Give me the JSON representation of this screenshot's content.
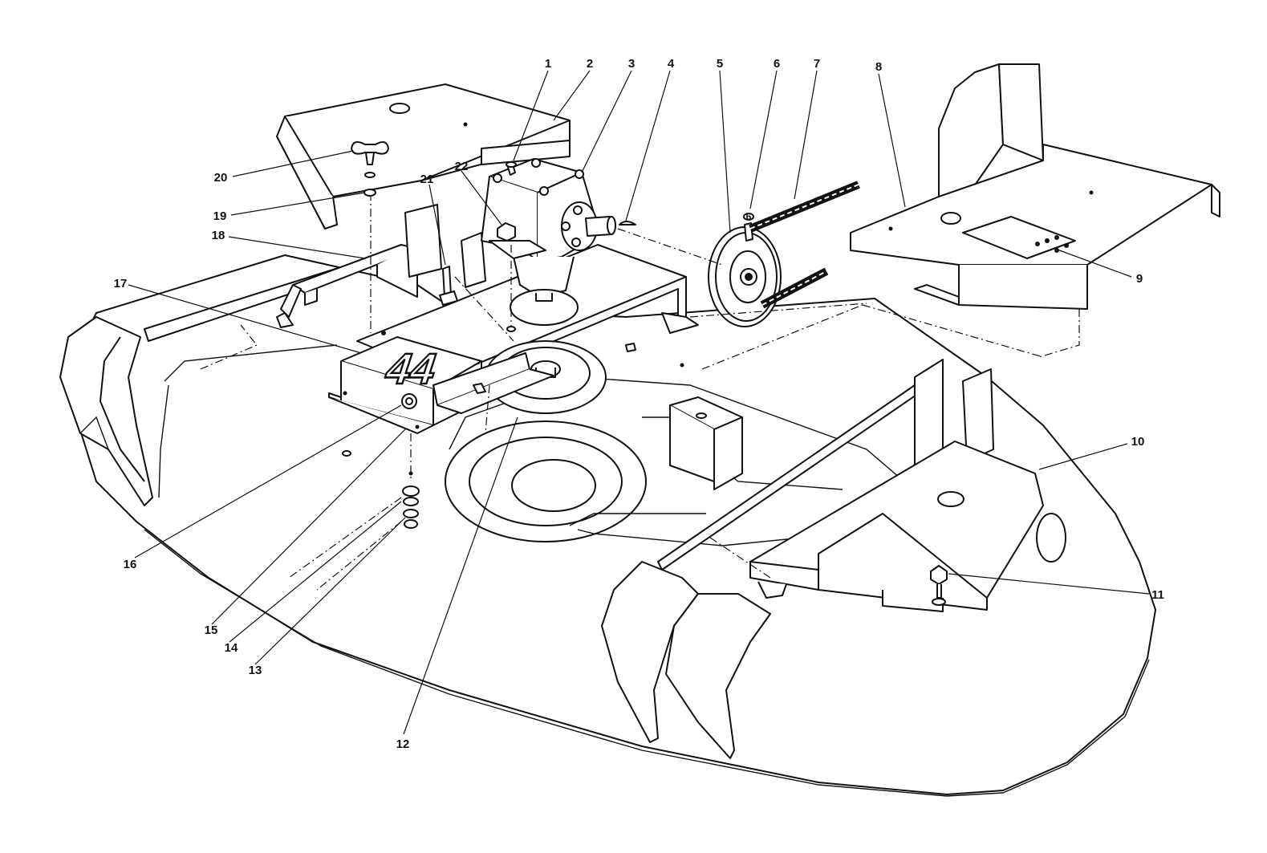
{
  "deck_number": "44",
  "callouts": [
    {
      "id": "1",
      "label": "1"
    },
    {
      "id": "2",
      "label": "2"
    },
    {
      "id": "3",
      "label": "3"
    },
    {
      "id": "4",
      "label": "4"
    },
    {
      "id": "5",
      "label": "5"
    },
    {
      "id": "6",
      "label": "6"
    },
    {
      "id": "7",
      "label": "7"
    },
    {
      "id": "8",
      "label": "8"
    },
    {
      "id": "9",
      "label": "9"
    },
    {
      "id": "10",
      "label": "10"
    },
    {
      "id": "11",
      "label": "11"
    },
    {
      "id": "12",
      "label": "12"
    },
    {
      "id": "13",
      "label": "13"
    },
    {
      "id": "14",
      "label": "14"
    },
    {
      "id": "15",
      "label": "15"
    },
    {
      "id": "16",
      "label": "16"
    },
    {
      "id": "17",
      "label": "17"
    },
    {
      "id": "18",
      "label": "18"
    },
    {
      "id": "19",
      "label": "19"
    },
    {
      "id": "20",
      "label": "20"
    },
    {
      "id": "21",
      "label": "21"
    },
    {
      "id": "22",
      "label": "22"
    },
    {
      "id": "6b",
      "label": "6"
    }
  ]
}
